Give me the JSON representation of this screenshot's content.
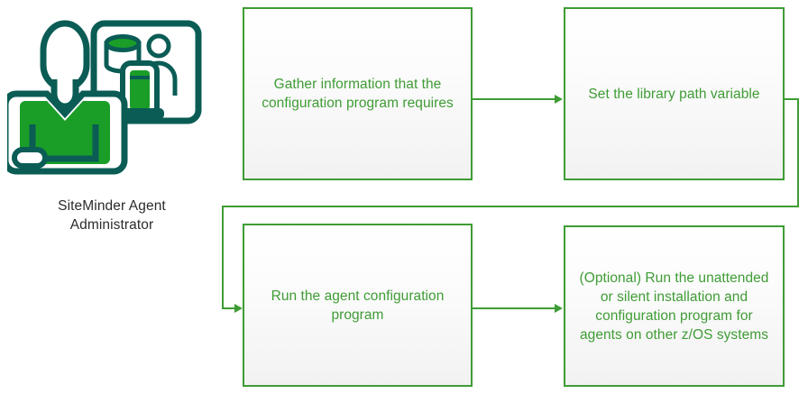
{
  "diagram": {
    "type": "flowchart",
    "title": "SiteMinder Agent Administrator configuration workflow",
    "colors": {
      "box_border": "#3f9c35",
      "box_text": "#3f9c35",
      "connector": "#3f9c35",
      "icon_outline": "#0a5c55",
      "icon_fill": "#1a9e28",
      "caption_text": "#2b2b2b",
      "background": "#ffffff"
    },
    "actor": {
      "icon_name": "siteminder-agent-administrator-icon",
      "caption_line_1": "SiteMinder Agent",
      "caption_line_2": "Administrator"
    },
    "nodes": [
      {
        "id": "gather",
        "label": "Gather information that the\nconfiguration program requires",
        "order": 1
      },
      {
        "id": "libpath",
        "label": "Set the library path variable",
        "order": 2
      },
      {
        "id": "runcfg",
        "label": "Run the agent configuration\nprogram",
        "order": 3
      },
      {
        "id": "optional",
        "label": "(Optional) Run the unattended\nor silent installation and\nconfiguration program for\nagents on other z/OS systems",
        "order": 4
      }
    ],
    "edges": [
      {
        "id": "edge-1",
        "from": "gather",
        "to": "libpath",
        "style": "straight-right"
      },
      {
        "id": "edge-2",
        "from": "libpath",
        "to": "runcfg",
        "style": "elbow-wrap-around"
      },
      {
        "id": "edge-3",
        "from": "runcfg",
        "to": "optional",
        "style": "straight-right"
      }
    ]
  }
}
